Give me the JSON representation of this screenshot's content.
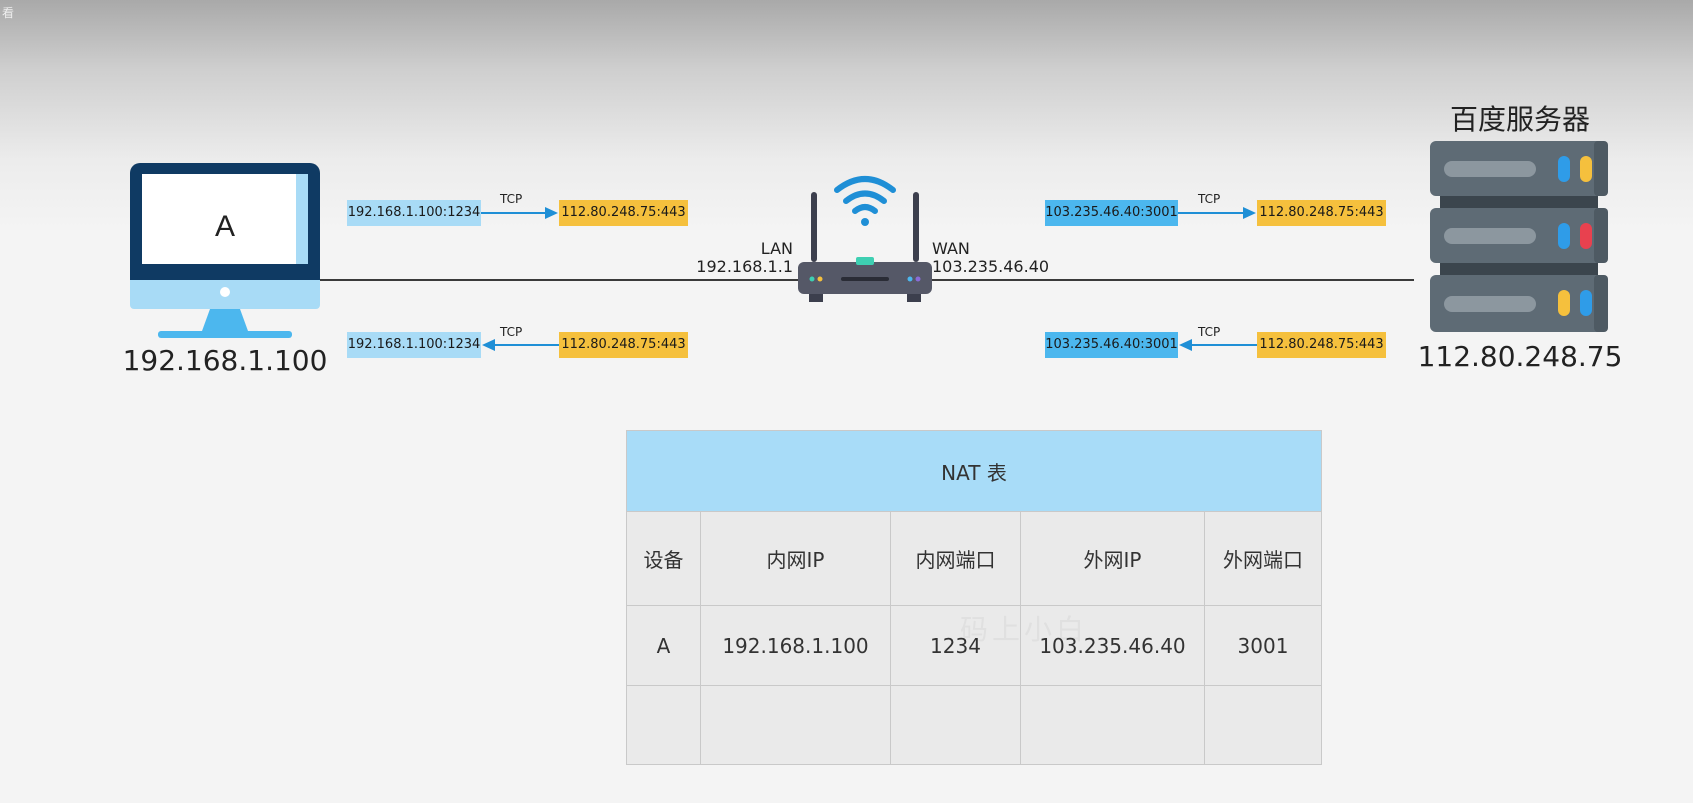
{
  "corner_text": "看",
  "device": {
    "screen_letter": "A",
    "ip": "192.168.1.100"
  },
  "server": {
    "title": "百度服务器",
    "ip": "112.80.248.75"
  },
  "router": {
    "lan": {
      "name": "LAN",
      "ip": "192.168.1.1"
    },
    "wan": {
      "name": "WAN",
      "ip": "103.235.46.40"
    }
  },
  "flows": {
    "lan_out": {
      "src": "192.168.1.100:1234",
      "dst": "112.80.248.75:443",
      "proto": "TCP"
    },
    "lan_in": {
      "src": "192.168.1.100:1234",
      "dst": "112.80.248.75:443",
      "proto": "TCP"
    },
    "wan_out": {
      "src": "103.235.46.40:3001",
      "dst": "112.80.248.75:443",
      "proto": "TCP"
    },
    "wan_in": {
      "src": "103.235.46.40:3001",
      "dst": "112.80.248.75:443",
      "proto": "TCP"
    }
  },
  "nat_table": {
    "caption": "NAT 表",
    "headers": [
      "设备",
      "内网IP",
      "内网端口",
      "外网IP",
      "外网端口"
    ],
    "rows": [
      [
        "A",
        "192.168.1.100",
        "1234",
        "103.235.46.40",
        "3001"
      ],
      [
        "",
        "",
        "",
        "",
        ""
      ]
    ]
  },
  "watermark": "码上小白",
  "colors": {
    "source_box": "#a8dbf6",
    "nat_box": "#4cb7ee",
    "dest_box": "#f5c03d",
    "arrow": "#1f8fd6",
    "table_header": "#a8dcf8"
  }
}
